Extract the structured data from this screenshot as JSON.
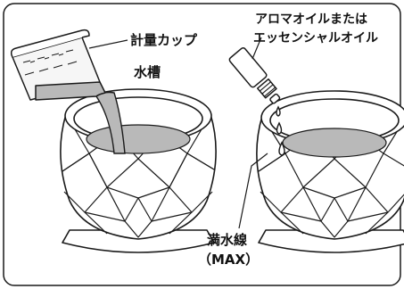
{
  "labels": {
    "measuring_cup": "計量カップ",
    "water_tank": "水槽",
    "aroma_oil_line1": "アロマオイルまたは",
    "aroma_oil_line2": "エッセンシャルオイル",
    "max_line_1": "満水線",
    "max_line_2": "（MAX）"
  },
  "colors": {
    "line": "#1a1a1a",
    "water": "#b9b9b9",
    "background": "#ffffff"
  }
}
